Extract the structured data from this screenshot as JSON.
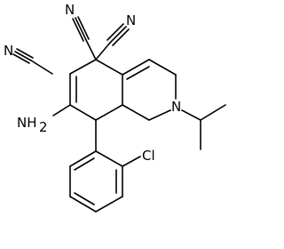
{
  "molecule": {
    "atom_labels": {
      "nitrile_1": "N",
      "nitrile_2": "N",
      "nitrile_3": "N",
      "amine": "NH",
      "amine_subscript": "2",
      "ring_nitrogen": "N",
      "chlorine": "Cl"
    }
  },
  "colors": {
    "bond": "#000000",
    "label": "#000000",
    "background": "#ffffff"
  }
}
